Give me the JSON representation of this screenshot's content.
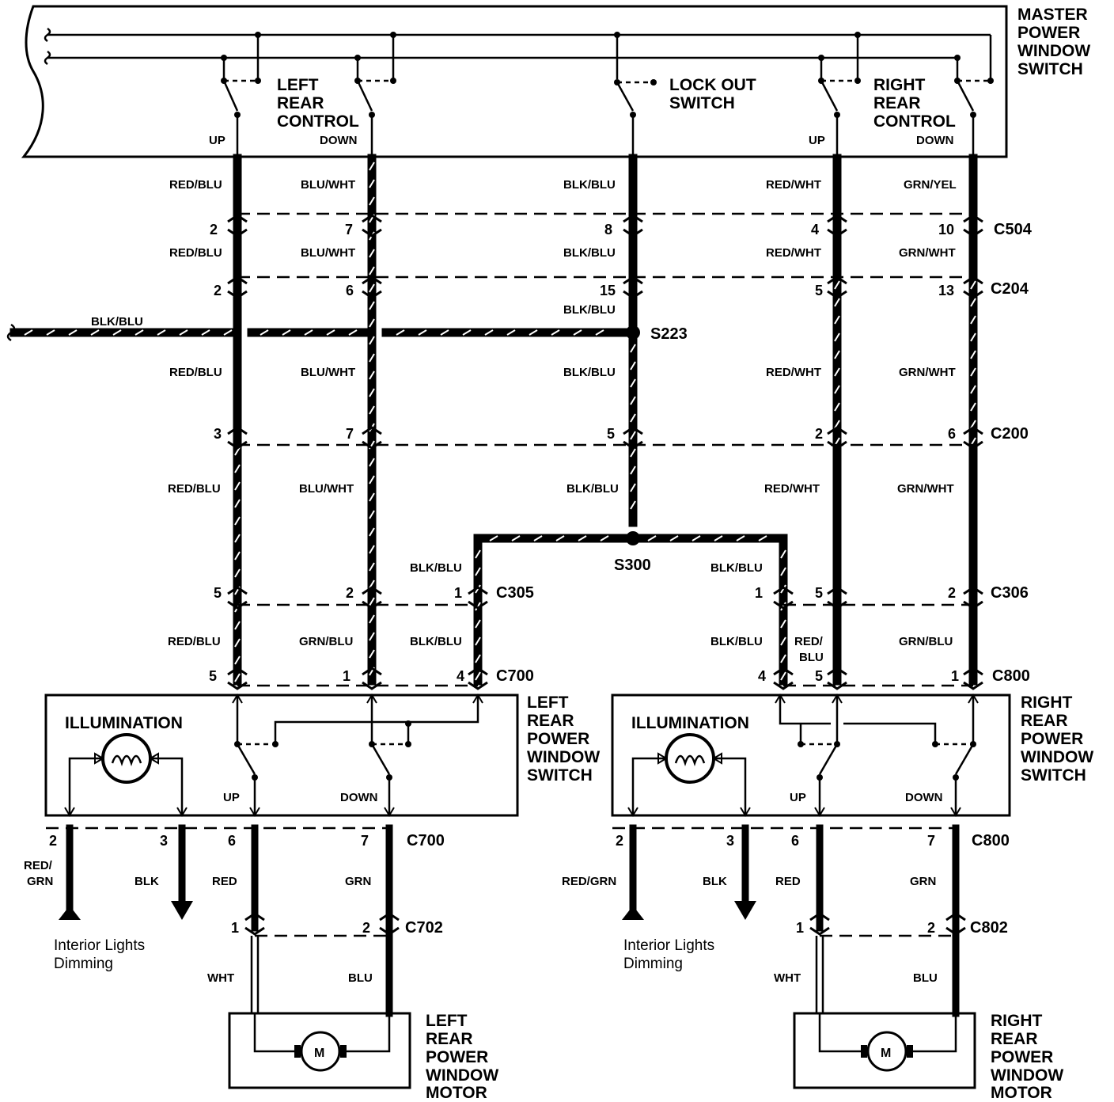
{
  "master": {
    "title": [
      "MASTER",
      "POWER",
      "WINDOW",
      "SWITCH"
    ],
    "left_rear_control": [
      "LEFT",
      "REAR",
      "CONTROL"
    ],
    "lock_out_switch": [
      "LOCK OUT",
      "SWITCH"
    ],
    "right_rear_control": [
      "RIGHT",
      "REAR",
      "CONTROL"
    ],
    "up": "UP",
    "down": "DOWN"
  },
  "top_wires": [
    "RED/BLU",
    "BLU/WHT",
    "BLK/BLU",
    "RED/WHT",
    "GRN/YEL"
  ],
  "c504": {
    "name": "C504",
    "pins": [
      "2",
      "7",
      "8",
      "4",
      "10"
    ],
    "wires_below": [
      "RED/BLU",
      "BLU/WHT",
      "BLK/BLU",
      "RED/WHT",
      "GRN/WHT"
    ]
  },
  "c204": {
    "name": "C204",
    "pins": [
      "2",
      "6",
      "15",
      "5",
      "13"
    ],
    "center_wire_below": "BLK/BLU"
  },
  "s223": {
    "name": "S223",
    "feed_wire": "BLK/BLU"
  },
  "mid_wires_1": [
    "RED/BLU",
    "BLU/WHT",
    "BLK/BLU",
    "RED/WHT",
    "GRN/WHT"
  ],
  "c200": {
    "name": "C200",
    "pins": [
      "3",
      "7",
      "5",
      "2",
      "6"
    ]
  },
  "mid_wires_2": [
    "RED/BLU",
    "BLU/WHT",
    "BLK/BLU",
    "RED/WHT",
    "GRN/WHT"
  ],
  "s300": {
    "name": "S300",
    "left_wire": "BLK/BLU",
    "right_wire": "BLK/BLU"
  },
  "c305": {
    "name": "C305",
    "pin": "1"
  },
  "c306": {
    "name": "C306",
    "pins": [
      "1",
      "5",
      "2"
    ]
  },
  "left_c305_row_pins": [
    "5",
    "2"
  ],
  "left_lower_wires": [
    "RED/BLU",
    "GRN/BLU",
    "BLK/BLU"
  ],
  "right_lower_wires": [
    "BLK/BLU",
    "RED/",
    "BLU",
    "GRN/BLU"
  ],
  "c700": {
    "name": "C700",
    "pins": [
      "5",
      "1",
      "4"
    ]
  },
  "c800": {
    "name": "C800",
    "pins": [
      "4",
      "5",
      "1"
    ]
  },
  "left_switch": {
    "title": [
      "LEFT",
      "REAR",
      "POWER",
      "WINDOW",
      "SWITCH"
    ],
    "illumination": "ILLUMINATION",
    "up": "UP",
    "down": "DOWN"
  },
  "right_switch": {
    "title": [
      "RIGHT",
      "REAR",
      "POWER",
      "WINDOW",
      "SWITCH"
    ],
    "illumination": "ILLUMINATION",
    "up": "UP",
    "down": "DOWN"
  },
  "left_bottom": {
    "connector": "C700",
    "pins": [
      "2",
      "3",
      "6",
      "7"
    ],
    "wires": [
      "RED/",
      "GRN",
      "BLK",
      "RED",
      "GRN"
    ],
    "motor_connector": "C702",
    "motor_pins": [
      "1",
      "2"
    ],
    "motor_wires": [
      "WHT",
      "BLU"
    ],
    "dimming": [
      "Interior Lights",
      "Dimming"
    ],
    "motor": "M",
    "motor_title": [
      "LEFT",
      "REAR",
      "POWER",
      "WINDOW",
      "MOTOR"
    ]
  },
  "right_bottom": {
    "connector": "C800",
    "pins": [
      "2",
      "3",
      "6",
      "7"
    ],
    "wires": [
      "RED/GRN",
      "BLK",
      "RED",
      "GRN"
    ],
    "motor_connector": "C802",
    "motor_pins": [
      "1",
      "2"
    ],
    "motor_wires": [
      "WHT",
      "BLU"
    ],
    "dimming": [
      "Interior Lights",
      "Dimming"
    ],
    "motor": "M",
    "motor_title": [
      "RIGHT",
      "REAR",
      "POWER",
      "WINDOW",
      "MOTOR"
    ]
  }
}
